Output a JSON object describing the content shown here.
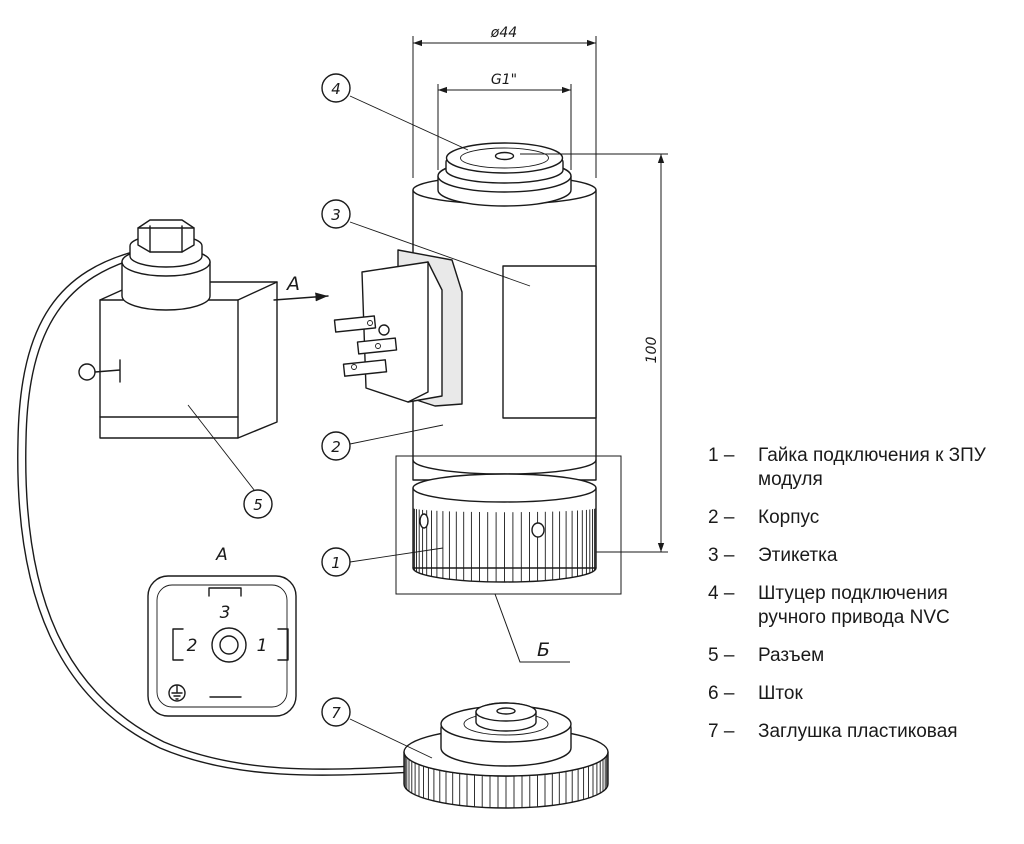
{
  "dimensions": {
    "diameter": "ø44",
    "thread": "G1\"",
    "height": "100"
  },
  "view_markers": {
    "arrow_a": "А",
    "view_a_title": "А",
    "detail_b": "Б"
  },
  "callouts": [
    "1",
    "2",
    "3",
    "4",
    "5",
    "7"
  ],
  "connector_pins": {
    "pin1": "1",
    "pin2": "2",
    "pin3": "3"
  },
  "legend": [
    {
      "num": "1 –",
      "text": "Гайка подключения к ЗПУ модуля"
    },
    {
      "num": "2 –",
      "text": "Корпус"
    },
    {
      "num": "3 –",
      "text": "Этикетка"
    },
    {
      "num": "4 –",
      "text": "Штуцер подключения ручного привода NVC"
    },
    {
      "num": "5 –",
      "text": "Разъем"
    },
    {
      "num": "6 –",
      "text": "Шток"
    },
    {
      "num": "7 –",
      "text": "Заглушка пластиковая"
    }
  ]
}
